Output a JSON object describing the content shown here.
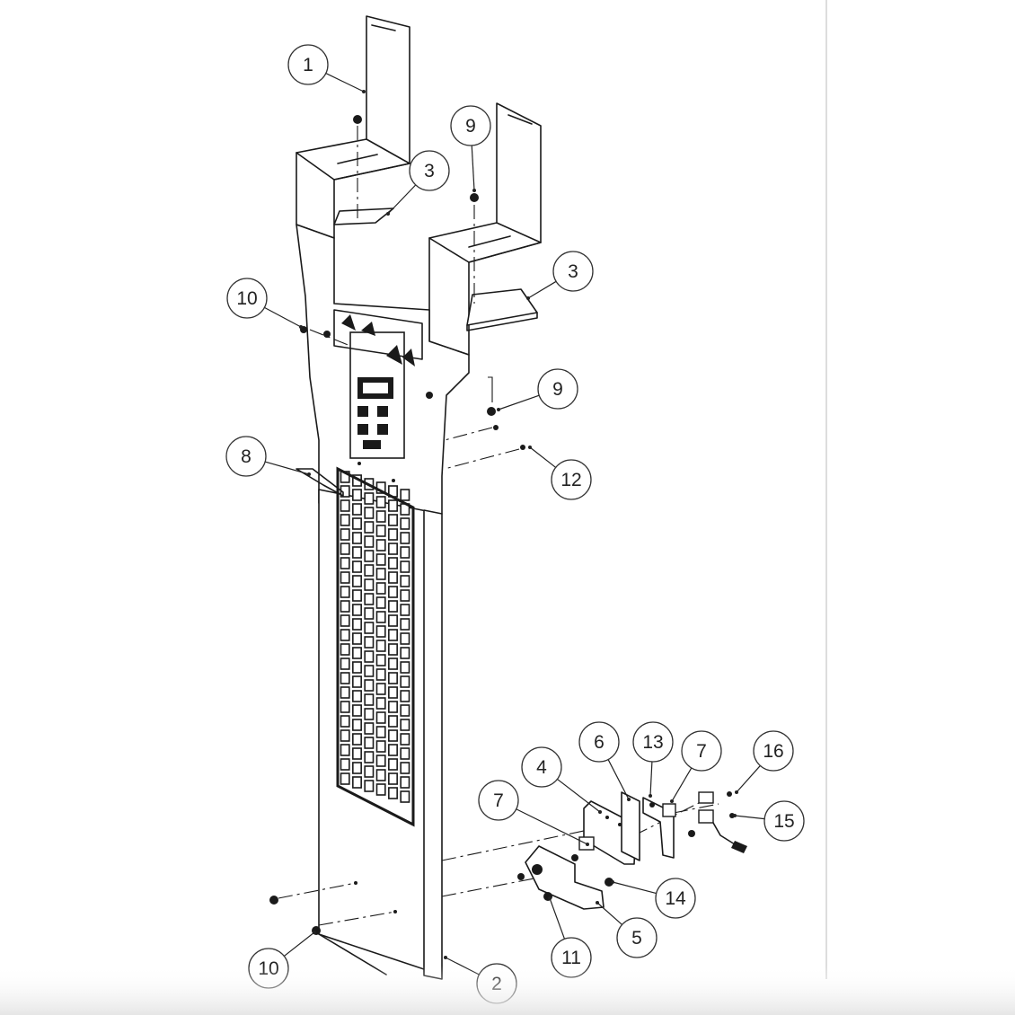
{
  "callouts": [
    {
      "label": "1"
    },
    {
      "label": "9"
    },
    {
      "label": "3"
    },
    {
      "label": "3"
    },
    {
      "label": "10"
    },
    {
      "label": "9"
    },
    {
      "label": "8"
    },
    {
      "label": "12"
    },
    {
      "label": "6"
    },
    {
      "label": "13"
    },
    {
      "label": "7"
    },
    {
      "label": "16"
    },
    {
      "label": "4"
    },
    {
      "label": "7"
    },
    {
      "label": "15"
    },
    {
      "label": "14"
    },
    {
      "label": "5"
    },
    {
      "label": "11"
    },
    {
      "label": "10"
    },
    {
      "label": "2"
    }
  ],
  "colors": {
    "line": "#1a1a1a",
    "background": "#ffffff"
  }
}
